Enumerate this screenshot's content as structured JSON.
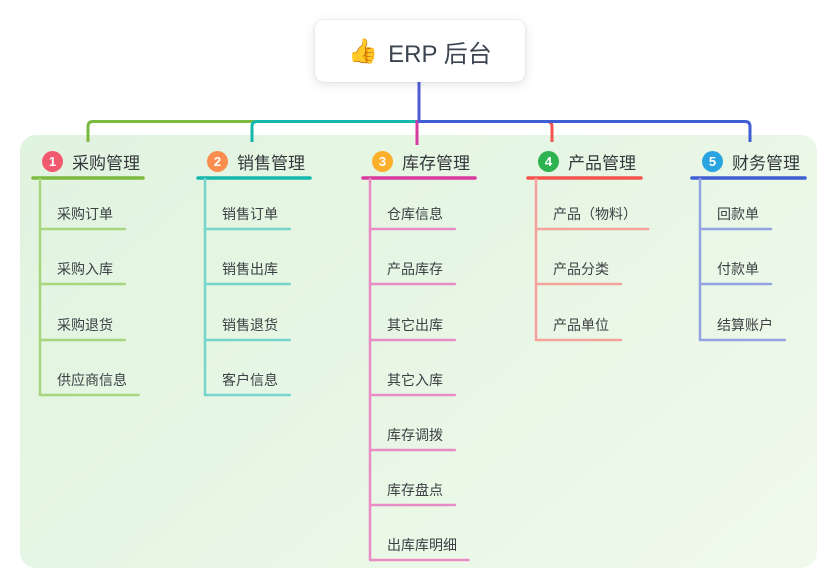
{
  "root": {
    "label": "ERP 后台",
    "icon_emoji": "👍",
    "connector_color": "#4f5cd4"
  },
  "panel": {
    "background": "#e6f6e3"
  },
  "branches": [
    {
      "number": "1",
      "label": "采购管理",
      "badge_color": "#f1596f",
      "line_color": "#7cb93f",
      "child_line_color": "#a8d67e",
      "children": [
        "采购订单",
        "采购入库",
        "采购退货",
        "供应商信息"
      ]
    },
    {
      "number": "2",
      "label": "销售管理",
      "badge_color": "#fb8e4e",
      "line_color": "#14b8ac",
      "child_line_color": "#76d4ca",
      "children": [
        "销售订单",
        "销售出库",
        "销售退货",
        "客户信息"
      ]
    },
    {
      "number": "3",
      "label": "库存管理",
      "badge_color": "#fcaf2a",
      "line_color": "#d83aa0",
      "child_line_color": "#e98cc6",
      "children": [
        "仓库信息",
        "产品库存",
        "其它出库",
        "其它入库",
        "库存调拨",
        "库存盘点",
        "出库库明细"
      ]
    },
    {
      "number": "4",
      "label": "产品管理",
      "badge_color": "#2fb350",
      "line_color": "#f4534e",
      "child_line_color": "#f6a19b",
      "children": [
        "产品（物料）",
        "产品分类",
        "产品单位"
      ]
    },
    {
      "number": "5",
      "label": "财务管理",
      "badge_color": "#29a4e0",
      "line_color": "#3f5ed3",
      "child_line_color": "#93a3e2",
      "children": [
        "回款单",
        "付款单",
        "结算账户"
      ]
    }
  ]
}
